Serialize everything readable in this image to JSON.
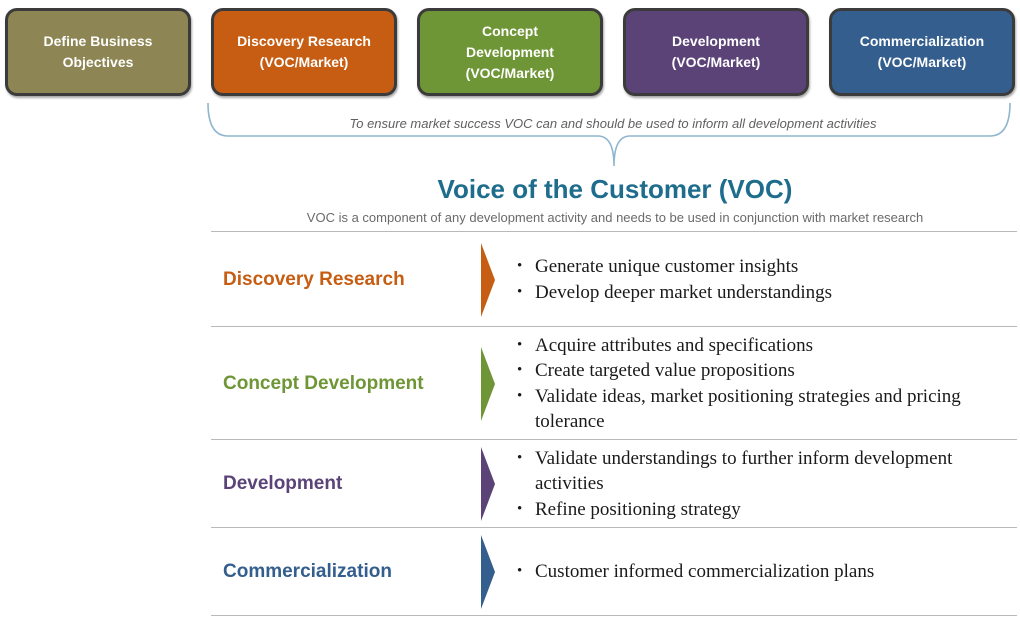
{
  "stages": [
    {
      "lines": [
        "Define Business",
        "Objectives"
      ],
      "color": "#8d8553"
    },
    {
      "lines": [
        "Discovery Research",
        "(VOC/Market)"
      ],
      "color": "#c65d12"
    },
    {
      "lines": [
        "Concept",
        "Development",
        "(VOC/Market)"
      ],
      "color": "#6f9636"
    },
    {
      "lines": [
        "Development",
        "(VOC/Market)"
      ],
      "color": "#5b4378"
    },
    {
      "lines": [
        "Commercialization",
        "(VOC/Market)"
      ],
      "color": "#335e8d"
    }
  ],
  "brace_text": "To ensure market success VOC can and should be used to inform all development activities",
  "title": "Voice of the Customer (VOC)",
  "subtitle": "VOC is a component of any development activity and needs to be used in conjunction with market research",
  "rows": [
    {
      "label": "Discovery Research",
      "color": "#c65d12",
      "bullets": [
        "Generate unique customer insights",
        "Develop deeper market understandings"
      ]
    },
    {
      "label": "Concept Development",
      "color": "#6f9636",
      "bullets": [
        "Acquire attributes and specifications",
        "Create targeted value propositions",
        "Validate ideas, market positioning strategies and pricing tolerance"
      ]
    },
    {
      "label": "Development",
      "color": "#5b4378",
      "bullets": [
        "Validate understandings to further inform development activities",
        "Refine positioning strategy"
      ]
    },
    {
      "label": "Commercialization",
      "color": "#335e8d",
      "bullets": [
        "Customer informed commercialization plans"
      ]
    }
  ]
}
